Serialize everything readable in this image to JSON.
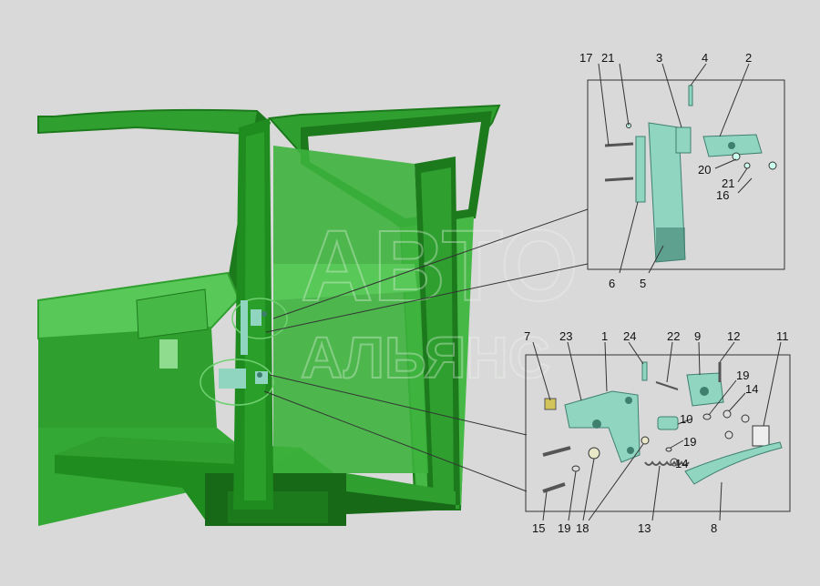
{
  "watermark": {
    "line1": "АВТО",
    "line2": "АЛЬЯНС"
  },
  "diagram": {
    "palette": {
      "background": "#d9d9d9",
      "cab_dark": "#1c7a1c",
      "cab_mid": "#2fa02f",
      "cab_light": "#58c858",
      "cab_pale": "#8fdc8f",
      "part_metal": "#8fd5c0",
      "part_dark": "#3f7f6e",
      "line": "#333333"
    }
  },
  "callouts": {
    "top": [
      {
        "key": "17",
        "label": "17"
      },
      {
        "key": "21a",
        "label": "21"
      },
      {
        "key": "3",
        "label": "3"
      },
      {
        "key": "4",
        "label": "4"
      },
      {
        "key": "2",
        "label": "2"
      },
      {
        "key": "20",
        "label": "20"
      },
      {
        "key": "21b",
        "label": "21"
      },
      {
        "key": "16",
        "label": "16"
      },
      {
        "key": "6",
        "label": "6"
      },
      {
        "key": "5",
        "label": "5"
      }
    ],
    "bottom": [
      {
        "key": "7",
        "label": "7"
      },
      {
        "key": "23",
        "label": "23"
      },
      {
        "key": "1",
        "label": "1"
      },
      {
        "key": "24",
        "label": "24"
      },
      {
        "key": "22",
        "label": "22"
      },
      {
        "key": "9",
        "label": "9"
      },
      {
        "key": "12",
        "label": "12"
      },
      {
        "key": "11",
        "label": "11"
      },
      {
        "key": "19a",
        "label": "19"
      },
      {
        "key": "14a",
        "label": "14"
      },
      {
        "key": "10",
        "label": "10"
      },
      {
        "key": "19b",
        "label": "19"
      },
      {
        "key": "14b",
        "label": "14"
      },
      {
        "key": "15",
        "label": "15"
      },
      {
        "key": "19c",
        "label": "19"
      },
      {
        "key": "18",
        "label": "18"
      },
      {
        "key": "13",
        "label": "13"
      },
      {
        "key": "8",
        "label": "8"
      }
    ]
  }
}
